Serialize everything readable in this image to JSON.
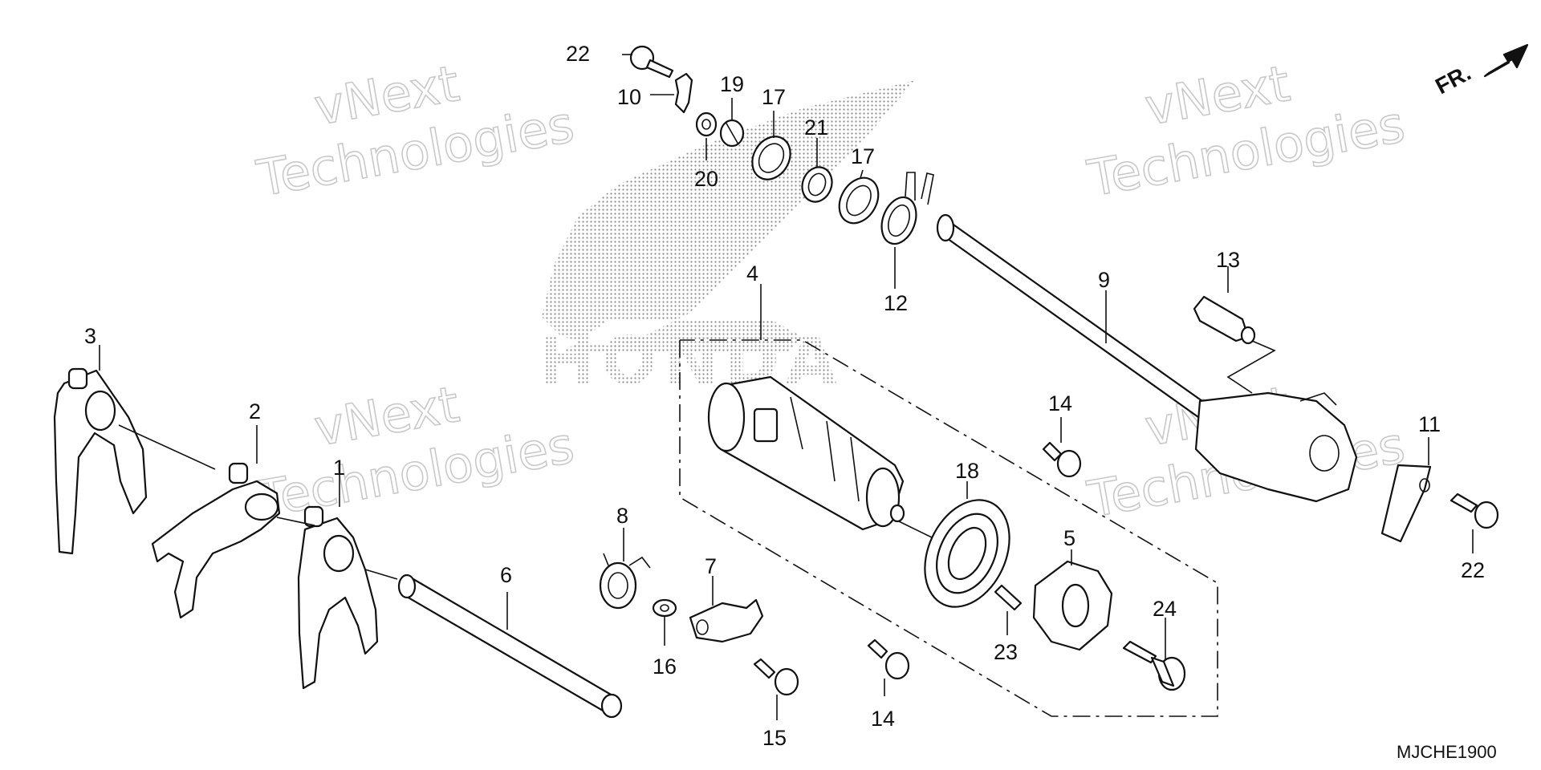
{
  "diagram": {
    "code": "MJCHE1900",
    "direction_label": "FR.",
    "logo_text": "HONDA",
    "watermark": {
      "line1": "vNext",
      "line2": "Technologies"
    },
    "callouts": [
      {
        "key": "c1",
        "label": "1"
      },
      {
        "key": "c2",
        "label": "2"
      },
      {
        "key": "c3",
        "label": "3"
      },
      {
        "key": "c4",
        "label": "4"
      },
      {
        "key": "c5",
        "label": "5"
      },
      {
        "key": "c6",
        "label": "6"
      },
      {
        "key": "c7",
        "label": "7"
      },
      {
        "key": "c8",
        "label": "8"
      },
      {
        "key": "c9",
        "label": "9"
      },
      {
        "key": "c10",
        "label": "10"
      },
      {
        "key": "c11",
        "label": "11"
      },
      {
        "key": "c12",
        "label": "12"
      },
      {
        "key": "c13",
        "label": "13"
      },
      {
        "key": "c14a",
        "label": "14"
      },
      {
        "key": "c14b",
        "label": "14"
      },
      {
        "key": "c15",
        "label": "15"
      },
      {
        "key": "c16",
        "label": "16"
      },
      {
        "key": "c17a",
        "label": "17"
      },
      {
        "key": "c17b",
        "label": "17"
      },
      {
        "key": "c18",
        "label": "18"
      },
      {
        "key": "c19",
        "label": "19"
      },
      {
        "key": "c20",
        "label": "20"
      },
      {
        "key": "c21",
        "label": "21"
      },
      {
        "key": "c22a",
        "label": "22"
      },
      {
        "key": "c22b",
        "label": "22"
      },
      {
        "key": "c23",
        "label": "23"
      },
      {
        "key": "c24",
        "label": "24"
      }
    ]
  }
}
